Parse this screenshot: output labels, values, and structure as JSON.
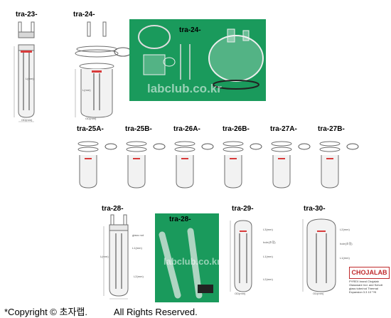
{
  "labels": {
    "tra23": "tra-23-",
    "tra24": "tra-24-",
    "tra24_photo": "tra-24-",
    "tra25a": "tra-25A-",
    "tra25b": "tra-25B-",
    "tra26a": "tra-26A-",
    "tra26b": "tra-26B-",
    "tra27a": "tra-27A-",
    "tra27b": "tra-27B-",
    "tra28": "tra-28-",
    "tra28_photo": "tra-28-",
    "tra29": "tra-29-",
    "tra30": "tra-30-"
  },
  "watermarks": {
    "photo1": "labclub.co.kr",
    "photo2": "labclub.co.kr"
  },
  "dims": {
    "L": "L(mm)",
    "OD": "OD(mm)",
    "L1": "L1(mm)",
    "L2": "L2(mm)",
    "L3": "L3(mm)",
    "glass_rod": "glass rod",
    "hole": "hole(조정)"
  },
  "brand": {
    "name": "CHOJALAB",
    "note": "PYREX brand Chojalab Glassware Ind. and Schott glass tube/rod Thermal Expansion 3.3 10⁻⁶/K"
  },
  "footer": {
    "copyright": "*Copyright © 초자랩.",
    "rights": "All Rights Reserved."
  },
  "colors": {
    "photo_bg": "#1a9a5c",
    "brand_red": "#c0292b",
    "glass": "#6d6d6d"
  }
}
